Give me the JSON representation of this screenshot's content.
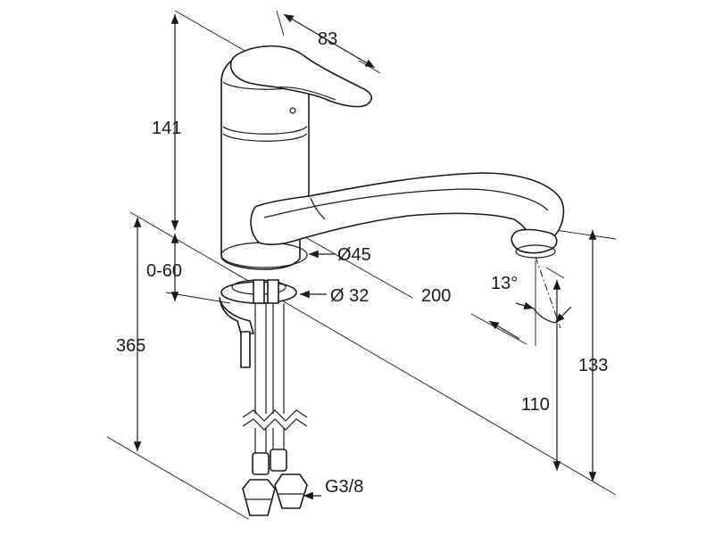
{
  "dimensions": {
    "lever_length": "83",
    "body_height": "141",
    "body_diameter": "Ø45",
    "spout_reach": "200",
    "spout_angle": "13°",
    "counter_thickness": "0-60",
    "hole_diameter": "Ø 32",
    "hose_length": "365",
    "outlet_height": "110",
    "total_height": "133",
    "connection_thread": "G3/8"
  },
  "colors": {
    "line": "#1a1a1a",
    "background": "#ffffff"
  }
}
